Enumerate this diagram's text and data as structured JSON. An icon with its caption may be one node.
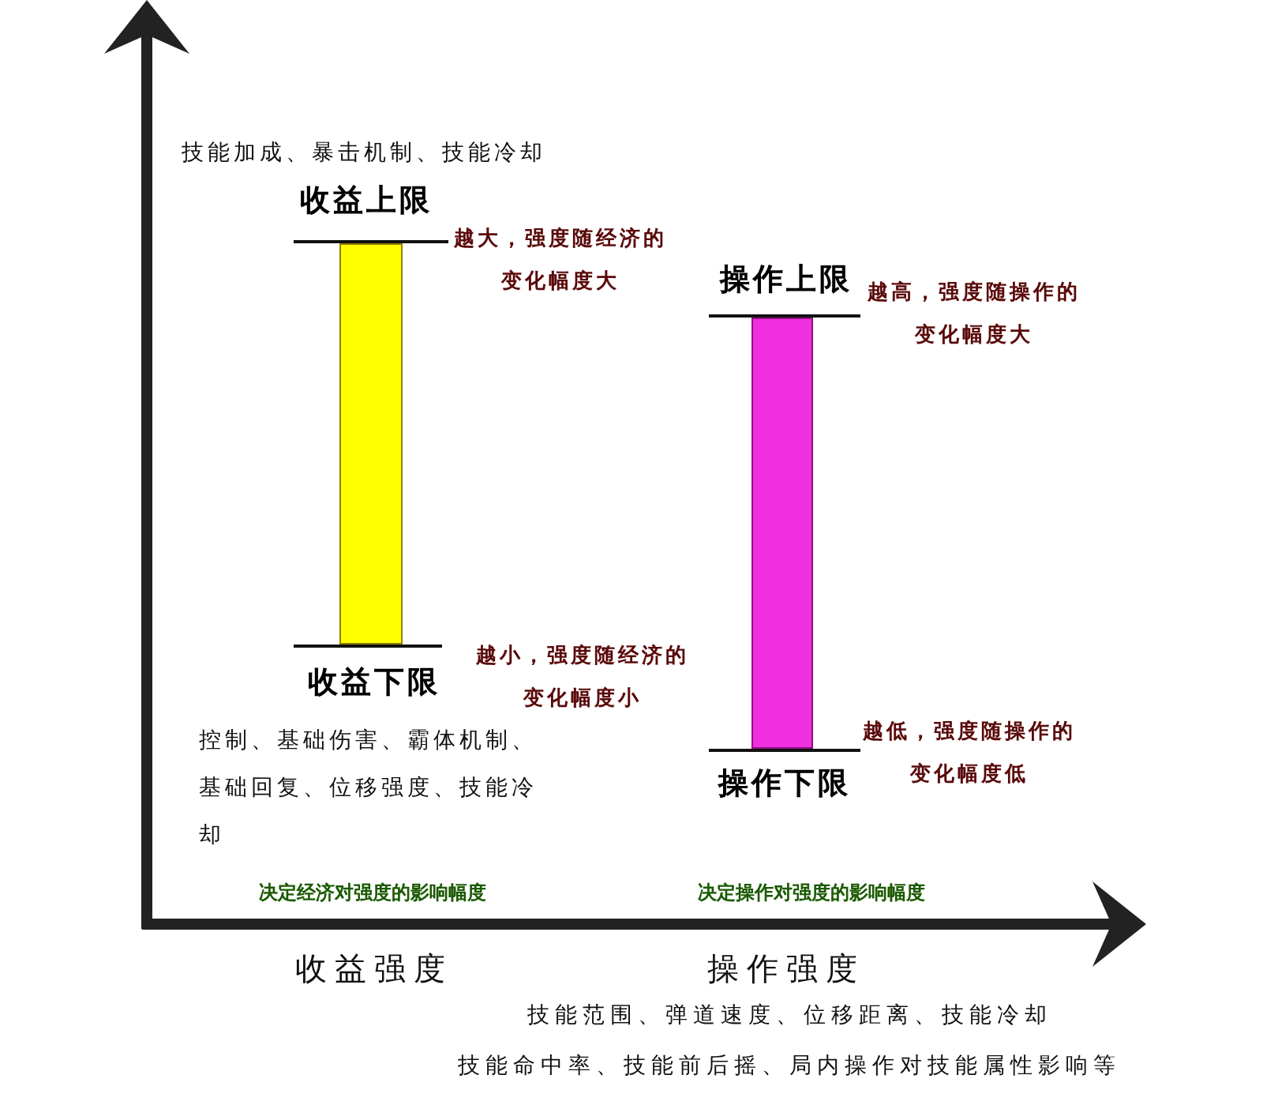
{
  "diagram": {
    "nodes": [
      {
        "text": [],
        "shape": "bar"
      },
      {
        "text": [],
        "shape": "bar"
      }
    ],
    "labels": [
      "技能加成、暴击机制、技能冷却",
      "收益上限",
      "越大，强度随经济的变化幅度大",
      "操作上限",
      "越高，强度随操作的变化幅度大",
      "越小，强度随经济的变化幅度小",
      "收益下限",
      "越低，强度随操作的变化幅度低",
      "控制、基础伤害、霸体机制、基础回复、位移强度、技能冷却",
      "操作下限",
      "决定经济对强度的影响幅度",
      "决定操作对强度的影响幅度",
      "收益强度",
      "操作强度",
      "技能范围、弹道速度、位移距离、技能冷却",
      "技能命中率、技能前后摇、局内操作对技能属性影响等"
    ]
  }
}
